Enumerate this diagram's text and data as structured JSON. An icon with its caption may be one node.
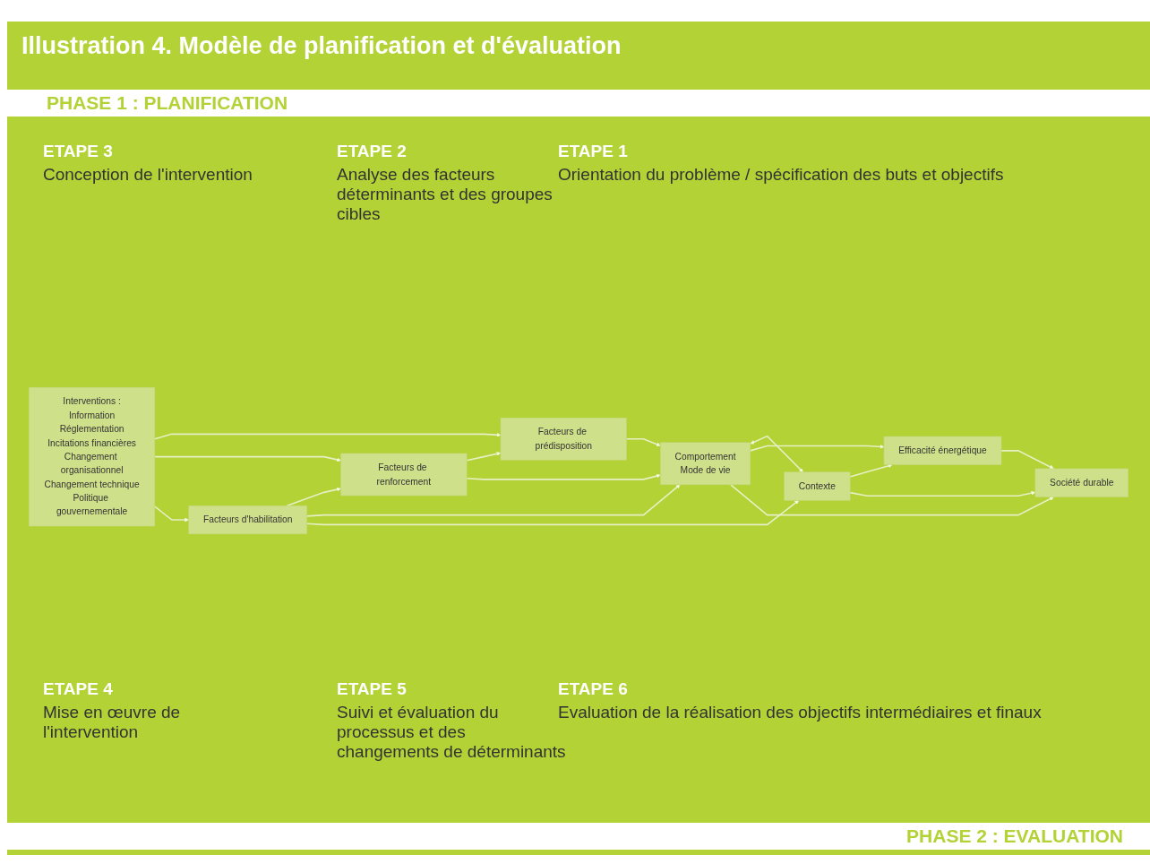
{
  "diagram": {
    "title": "Illustration 4. Modèle de planification et d'évaluation",
    "nodes": [
      {
        "text": [
          "Interventions :",
          "Information",
          "Réglementation",
          "Incitations financières",
          "Changement organisationnel",
          "Changement technique",
          "Politique gouvernementale"
        ]
      },
      {
        "text": [
          "Facteurs de prédisposition"
        ]
      },
      {
        "text": [
          "Facteurs de renforcement"
        ]
      },
      {
        "text": [
          "Facteurs d'habilitation"
        ]
      },
      {
        "text": [
          "Comportement",
          "Mode de vie"
        ]
      },
      {
        "text": [
          "Contexte"
        ]
      },
      {
        "text": [
          "Efficacité énergétique"
        ]
      },
      {
        "text": [
          "Société durable"
        ]
      }
    ],
    "edges": [
      {
        "from": 0,
        "to": 1,
        "arrow": "to"
      },
      {
        "from": 0,
        "to": 2,
        "arrow": "to"
      },
      {
        "from": 0,
        "to": 3,
        "arrow": "to"
      },
      {
        "from": 2,
        "to": 1,
        "arrow": "to"
      },
      {
        "from": 3,
        "to": 2,
        "arrow": "to"
      },
      {
        "from": 1,
        "to": 4,
        "arrow": "to"
      },
      {
        "from": 2,
        "to": 4,
        "arrow": "to"
      },
      {
        "from": 3,
        "to": 4,
        "arrow": "to"
      },
      {
        "from": 3,
        "to": 5,
        "arrow": "to"
      },
      {
        "from": 4,
        "to": 5,
        "arrow": "both"
      },
      {
        "from": 4,
        "to": 6,
        "arrow": "to"
      },
      {
        "from": 5,
        "to": 6,
        "arrow": "to"
      },
      {
        "from": 6,
        "to": 7,
        "arrow": "to"
      },
      {
        "from": 4,
        "to": 7,
        "arrow": "to"
      },
      {
        "from": 5,
        "to": 7,
        "arrow": "to"
      }
    ],
    "labels": [
      "PHASE 1 : PLANIFICATION",
      "ETAPE 3",
      "Conception de l'intervention",
      "ETAPE 2",
      "Analyse des facteurs déterminants et des groupes cibles",
      "ETAPE 1",
      "Orientation du problème / spécification des buts et objectifs",
      "ETAPE 4",
      "Mise en œuvre de l'intervention",
      "ETAPE 5",
      "Suivi et évaluation du processus et des changements de déterminants",
      "ETAPE 6",
      "Evaluation de la réalisation des objectifs intermédiaires et finaux",
      "PHASE 2 : EVALUATION"
    ]
  }
}
